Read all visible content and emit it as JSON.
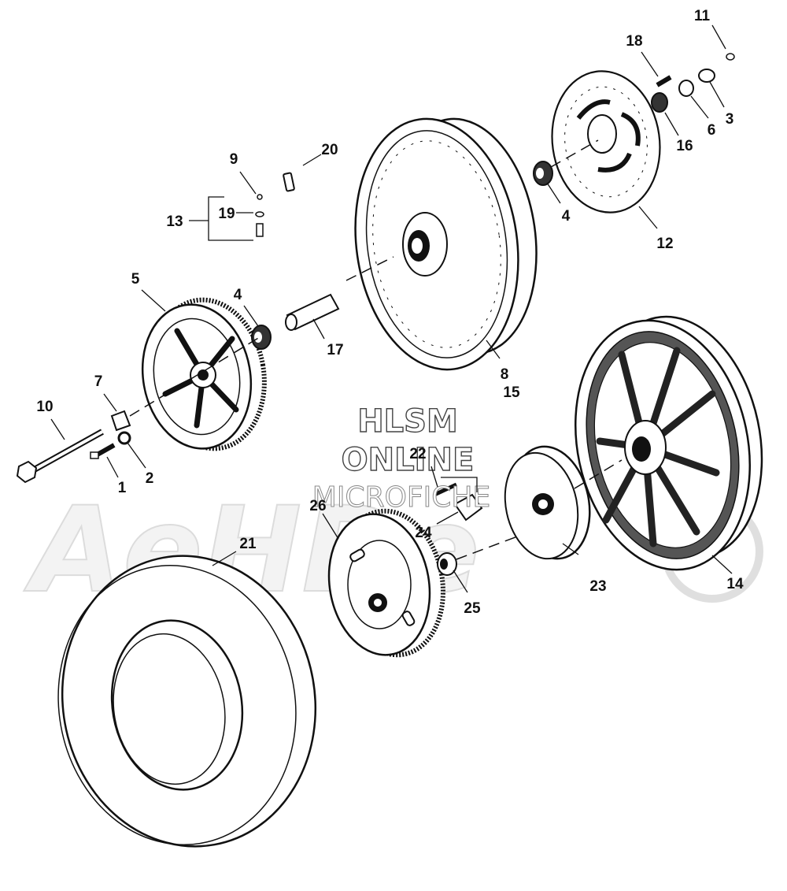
{
  "watermark": {
    "line1": "HLSM",
    "line2": "ONLINE",
    "line3": "MICROFICHE",
    "logo_text": "AeHDe"
  },
  "callouts": {
    "c1": "1",
    "c2": "2",
    "c3": "3",
    "c4a": "4",
    "c4b": "4",
    "c5": "5",
    "c6": "6",
    "c7": "7",
    "c8": "8",
    "c9": "9",
    "c10": "10",
    "c11": "11",
    "c12": "12",
    "c13": "13",
    "c14": "14",
    "c15": "15",
    "c16": "16",
    "c17": "17",
    "c18": "18",
    "c19": "19",
    "c20": "20",
    "c21": "21",
    "c22": "22",
    "c23": "23",
    "c24": "24",
    "c25": "25",
    "c26": "26"
  }
}
